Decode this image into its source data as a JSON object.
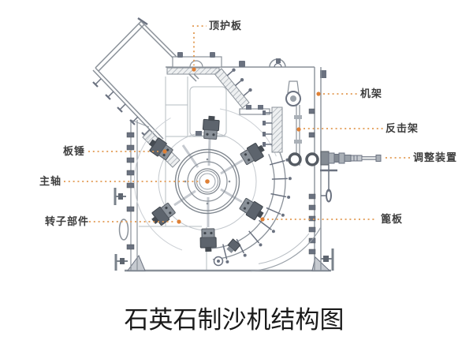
{
  "diagram": {
    "caption": "石英石制沙机结构图",
    "labels": [
      {
        "id": "top-guard-plate",
        "text": "顶护板"
      },
      {
        "id": "frame",
        "text": "机架"
      },
      {
        "id": "impact-rack",
        "text": "反击架"
      },
      {
        "id": "adjusting-device",
        "text": "调整装置"
      },
      {
        "id": "plate-hammer",
        "text": "板锤"
      },
      {
        "id": "main-shaft",
        "text": "主轴"
      },
      {
        "id": "rotor-assembly",
        "text": "转子部件"
      },
      {
        "id": "grate-plate",
        "text": "篦板"
      }
    ],
    "colors": {
      "leader_orange": "#e29a52",
      "anchor_orange": "#df8035",
      "line_gray": "#9aa1a9",
      "dark_gray": "#5d646d",
      "label_text": "#3d3d3d",
      "caption_text": "#1a1a1a",
      "background": "#ffffff"
    }
  }
}
